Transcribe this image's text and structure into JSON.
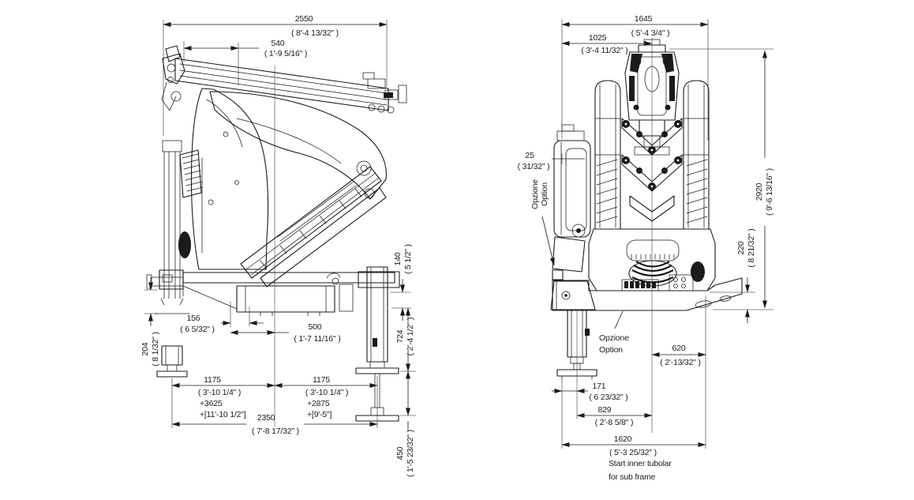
{
  "drawing": "Loader crane outline drawing, side view and rear view with dimensions",
  "side": {
    "d2550": {
      "mm": "2550",
      "ft": "( 8'-4 13/32\" )"
    },
    "d540": {
      "mm": "540",
      "ft": "( 1'-9 5/16\" )"
    },
    "d140": {
      "mm": "140",
      "ft": "( 5 1/2\" )"
    },
    "d156": {
      "mm": "156",
      "ft": "( 6 5/32\" )"
    },
    "d500": {
      "mm": "500",
      "ft": "( 1'-7 11/16\" )"
    },
    "d204": {
      "mm": "204",
      "ft": "( 8 1/32\" )"
    },
    "d724": {
      "mm": "724",
      "ft": "( 2'-4 1/2\" )"
    },
    "d450": {
      "mm": "450",
      "ft": "( 1'-5 23/32\" )"
    },
    "d1175L": {
      "mm": "1175",
      "ft": "( 3'-10 1/4\" )",
      "plus": "+3625",
      "plusft": "+[11'-10 1/2\"]"
    },
    "d1175R": {
      "mm": "1175",
      "ft": "( 3'-10 1/4\" )",
      "plus": "+2875",
      "plusft": "+[9'-5\"]"
    },
    "d2350": {
      "mm": "2350",
      "ft": "( 7'-8 17/32\" )"
    }
  },
  "rear": {
    "d1645": {
      "mm": "1645",
      "ft": "( 5'-4 3/4\" )"
    },
    "d1025": {
      "mm": "1025",
      "ft": "( 3'-4 11/32\" )"
    },
    "d25": {
      "mm": "25",
      "ft": "( 31/32\" )"
    },
    "d2920": {
      "mm": "2920",
      "ft": "( 9'-6 13/16\" )"
    },
    "d220": {
      "mm": "220",
      "ft": "( 8 21/32\" )"
    },
    "d171": {
      "mm": "171",
      "ft": "( 6 23/32\" )"
    },
    "d829": {
      "mm": "829",
      "ft": "( 2'-8 5/8\" )"
    },
    "d620": {
      "mm": "620",
      "ft": "( 2'-13/32\" )"
    },
    "d1620": {
      "mm": "1620",
      "ft": "( 5'-3 25/32\" )"
    },
    "optionLeft1": "Opzione",
    "optionLeft2": "Option",
    "optionBottom1": "Opzione",
    "optionBottom2": "Option",
    "note1": "Start inner tubolar",
    "note2": "for sub frame"
  },
  "colors": {
    "ink": "#1b1b1b",
    "background": "#ffffff"
  }
}
